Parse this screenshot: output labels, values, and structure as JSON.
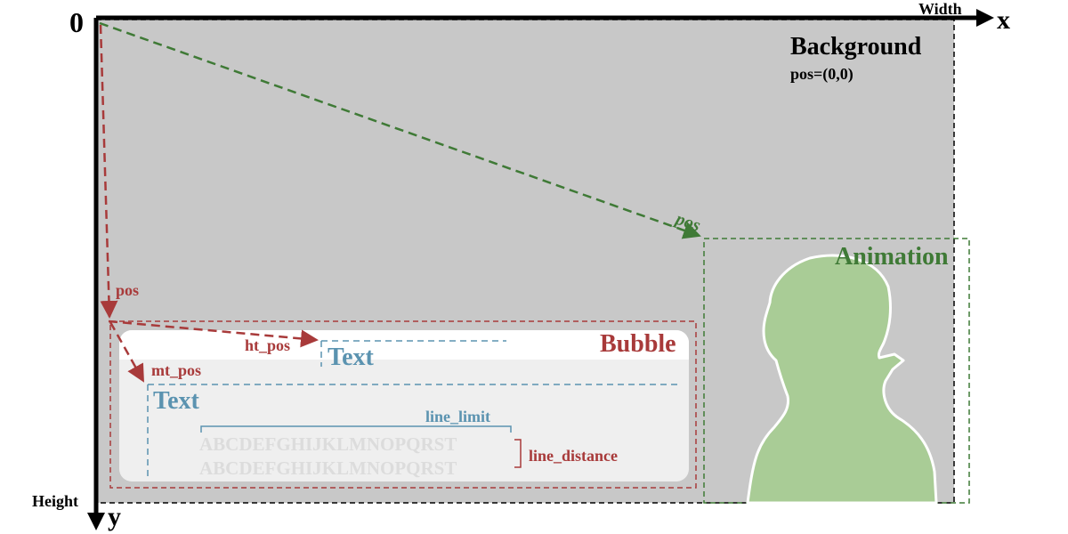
{
  "axes": {
    "origin": "0",
    "x_axis": "x",
    "y_axis": "y",
    "width": "Width",
    "height": "Height"
  },
  "background": {
    "title": "Background",
    "position": "pos=(0,0)"
  },
  "animation": {
    "title": "Animation",
    "pos": "pos"
  },
  "bubble": {
    "title": "Bubble",
    "pos": "pos",
    "ht_pos": "ht_pos",
    "mt_pos": "mt_pos",
    "header_text": "Text",
    "main_text": "Text",
    "line_limit": "line_limit",
    "line_distance": "line_distance",
    "sample_lines": [
      "ABCDEFGHIJKLMNOPQRST",
      "ABCDEFGHIJKLMNOPQRST"
    ]
  },
  "colors": {
    "background_fill": "#c8c8c8",
    "bubble_red": "#a83a3a",
    "animation_green": "#3f7a36",
    "text_blue": "#5b93b0",
    "figure_fill": "#a9cc96",
    "sample_text": "#dcdcdc"
  }
}
